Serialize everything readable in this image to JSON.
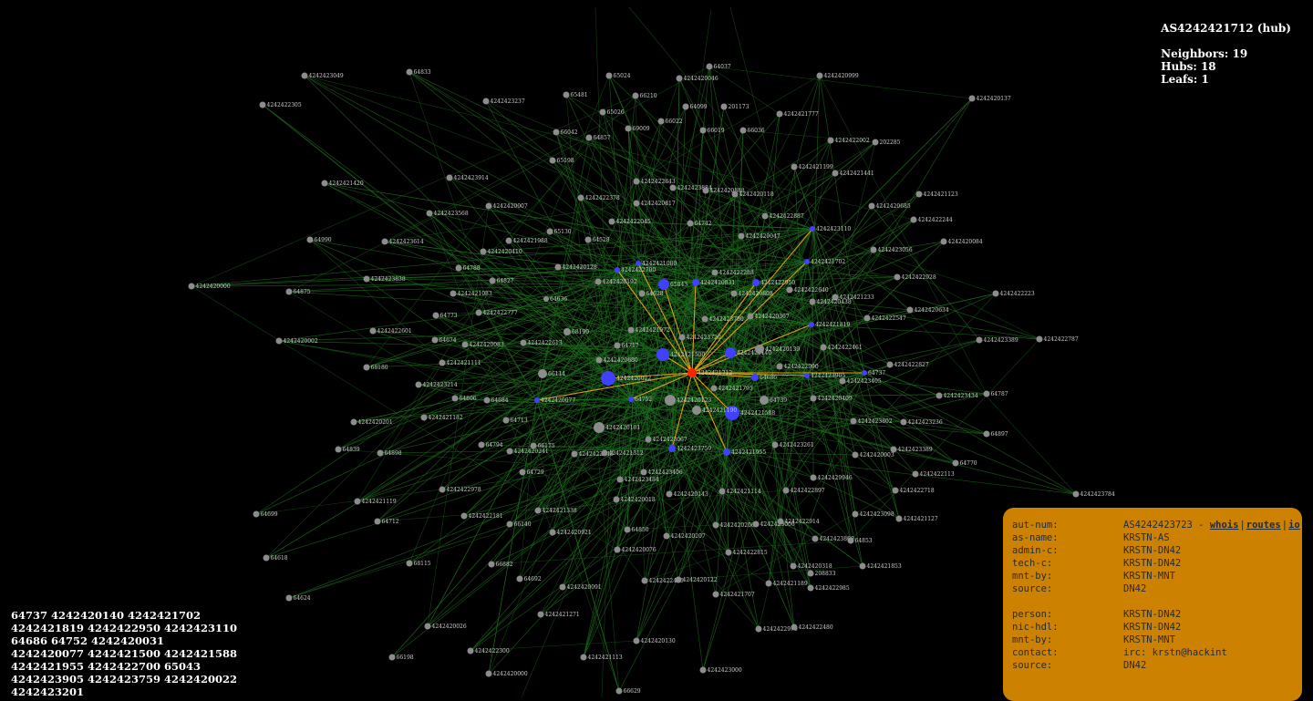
{
  "info": {
    "title": "AS4242421712 (hub)",
    "neighbors": "Neighbors: 19",
    "hubs": "Hubs: 18",
    "leafs": "Leafs: 1"
  },
  "path_list": [
    "64737 4242420140 4242421702",
    "4242421819 4242422950 4242423110",
    "64686 64752 4242420031",
    "4242420077 4242421500 4242421588",
    "4242421955 4242422700 65043",
    "4242423905 4242423759 4242420022",
    "4242423201"
  ],
  "whois": {
    "aut_num_label": "aut-num:",
    "aut_num_value": "AS4242423723 - ",
    "links": {
      "whois": "whois",
      "routes": "routes",
      "io": "io"
    },
    "rows_a": [
      {
        "k": "as-name:",
        "v": "KRSTN-AS"
      },
      {
        "k": "admin-c:",
        "v": "KRSTN-DN42"
      },
      {
        "k": "tech-c:",
        "v": "KRSTN-DN42"
      },
      {
        "k": "mnt-by:",
        "v": "KRSTN-MNT"
      },
      {
        "k": "source:",
        "v": "DN42"
      }
    ],
    "rows_b": [
      {
        "k": "person:",
        "v": "KRSTN-DN42"
      },
      {
        "k": "nic-hdl:",
        "v": "KRSTN-DN42"
      },
      {
        "k": "mnt-by:",
        "v": "KRSTN-MNT"
      },
      {
        "k": "contact:",
        "v": "irc: krstn@hackint"
      },
      {
        "k": "source:",
        "v": "DN42"
      }
    ]
  },
  "colors": {
    "background": "#000000",
    "edge": "#1d6b1d",
    "highlight_edge": "#e8a317",
    "node_gray": "#8c8c8c",
    "node_neighbor": "#4040ff",
    "node_selected": "#ff2200",
    "panel": "#cc8100"
  },
  "graph": {
    "selected": "4242421712",
    "nodes": [
      {
        "id": "4242421712",
        "c": "sel"
      },
      {
        "id": "65043",
        "c": "nb"
      },
      {
        "id": "4242420831",
        "c": "nb"
      },
      {
        "id": "4242422950",
        "c": "nb"
      },
      {
        "id": "4242423110",
        "c": "nb"
      },
      {
        "id": "4242421702",
        "c": "nb"
      },
      {
        "id": "4242421819",
        "c": "nb"
      },
      {
        "id": "4242420140",
        "c": "nb"
      },
      {
        "id": "64686",
        "c": "nb"
      },
      {
        "id": "4242423905",
        "c": "nb"
      },
      {
        "id": "64737",
        "c": "nb"
      },
      {
        "id": "4242421500",
        "c": "nb"
      },
      {
        "id": "4242420077",
        "c": "nb"
      },
      {
        "id": "64752",
        "c": "nb"
      },
      {
        "id": "4242420022",
        "c": "nb"
      },
      {
        "id": "4242421588",
        "c": "nb"
      },
      {
        "id": "4242423759",
        "c": "nb"
      },
      {
        "id": "4242421955",
        "c": "nb"
      },
      {
        "id": "4242422700",
        "c": "nb"
      },
      {
        "id": "4242421080",
        "c": "nb"
      },
      {
        "id": "4242423049",
        "c": "g"
      },
      {
        "id": "64833",
        "c": "g"
      },
      {
        "id": "65024",
        "c": "g"
      },
      {
        "id": "4242420046",
        "c": "g"
      },
      {
        "id": "64037",
        "c": "g"
      },
      {
        "id": "4242420999",
        "c": "g"
      },
      {
        "id": "4242422305",
        "c": "g"
      },
      {
        "id": "4242423237",
        "c": "g"
      },
      {
        "id": "65481",
        "c": "g"
      },
      {
        "id": "66210",
        "c": "g"
      },
      {
        "id": "64099",
        "c": "g"
      },
      {
        "id": "201173",
        "c": "g"
      },
      {
        "id": "4242420137",
        "c": "g"
      },
      {
        "id": "65026",
        "c": "g"
      },
      {
        "id": "4242421777",
        "c": "g"
      },
      {
        "id": "66042",
        "c": "g"
      },
      {
        "id": "64857",
        "c": "g"
      },
      {
        "id": "69009",
        "c": "g"
      },
      {
        "id": "66022",
        "c": "g"
      },
      {
        "id": "66019",
        "c": "g"
      },
      {
        "id": "66036",
        "c": "g"
      },
      {
        "id": "4242422002",
        "c": "g"
      },
      {
        "id": "202285",
        "c": "g"
      },
      {
        "id": "65198",
        "c": "g"
      },
      {
        "id": "4242421199",
        "c": "g"
      },
      {
        "id": "4242421441",
        "c": "g"
      },
      {
        "id": "4242423914",
        "c": "g"
      },
      {
        "id": "4242421420",
        "c": "g"
      },
      {
        "id": "4242422843",
        "c": "g"
      },
      {
        "id": "4242423884",
        "c": "g"
      },
      {
        "id": "4242420888",
        "c": "g"
      },
      {
        "id": "4242420118",
        "c": "g"
      },
      {
        "id": "4242421123",
        "c": "g"
      },
      {
        "id": "4242422378",
        "c": "g"
      },
      {
        "id": "4242420817",
        "c": "g"
      },
      {
        "id": "4242420007",
        "c": "g"
      },
      {
        "id": "4242420685",
        "c": "g"
      },
      {
        "id": "4242423568",
        "c": "g"
      },
      {
        "id": "4242422045",
        "c": "g"
      },
      {
        "id": "64742",
        "c": "g"
      },
      {
        "id": "4242422887",
        "c": "g"
      },
      {
        "id": "4242422244",
        "c": "g"
      },
      {
        "id": "65130",
        "c": "g"
      },
      {
        "id": "4242421988",
        "c": "g"
      },
      {
        "id": "64528",
        "c": "g"
      },
      {
        "id": "4242420047",
        "c": "g"
      },
      {
        "id": "64990",
        "c": "g"
      },
      {
        "id": "4242423614",
        "c": "g"
      },
      {
        "id": "4242420410",
        "c": "g"
      },
      {
        "id": "4242423056",
        "c": "g"
      },
      {
        "id": "4242420084",
        "c": "g"
      },
      {
        "id": "64788",
        "c": "g"
      },
      {
        "id": "4242420128",
        "c": "g"
      },
      {
        "id": "4242422928",
        "c": "g"
      },
      {
        "id": "4242423838",
        "c": "g"
      },
      {
        "id": "64827",
        "c": "g"
      },
      {
        "id": "4242422288",
        "c": "g"
      },
      {
        "id": "4242420000",
        "c": "g"
      },
      {
        "id": "64875",
        "c": "g"
      },
      {
        "id": "4242421083",
        "c": "g"
      },
      {
        "id": "4242420192",
        "c": "g"
      },
      {
        "id": "64628",
        "c": "g"
      },
      {
        "id": "4242420808",
        "c": "g"
      },
      {
        "id": "4242422640",
        "c": "g"
      },
      {
        "id": "4242421233",
        "c": "g"
      },
      {
        "id": "64636",
        "c": "g"
      },
      {
        "id": "4242420438",
        "c": "g"
      },
      {
        "id": "4242422223",
        "c": "g"
      },
      {
        "id": "4242420634",
        "c": "g"
      },
      {
        "id": "64773",
        "c": "g"
      },
      {
        "id": "4242422777",
        "c": "g"
      },
      {
        "id": "4242423780",
        "c": "g"
      },
      {
        "id": "4242420367",
        "c": "g"
      },
      {
        "id": "4242422547",
        "c": "g"
      },
      {
        "id": "4242422601",
        "c": "g"
      },
      {
        "id": "68190",
        "c": "g"
      },
      {
        "id": "4242421972",
        "c": "g"
      },
      {
        "id": "4242423720",
        "c": "g"
      },
      {
        "id": "4242420002",
        "c": "g"
      },
      {
        "id": "64674",
        "c": "g"
      },
      {
        "id": "4242420083",
        "c": "g"
      },
      {
        "id": "4242422613",
        "c": "g"
      },
      {
        "id": "64717",
        "c": "g"
      },
      {
        "id": "4242420139",
        "c": "g"
      },
      {
        "id": "4242423389",
        "c": "g"
      },
      {
        "id": "4242422461",
        "c": "g"
      },
      {
        "id": "4242422787",
        "c": "g"
      },
      {
        "id": "4242421111",
        "c": "g"
      },
      {
        "id": "4242420680",
        "c": "g"
      },
      {
        "id": "4242422990",
        "c": "g"
      },
      {
        "id": "4242422827",
        "c": "g"
      },
      {
        "id": "68180",
        "c": "g"
      },
      {
        "id": "66114",
        "c": "g"
      },
      {
        "id": "4242423405",
        "c": "g"
      },
      {
        "id": "4242423434",
        "c": "g"
      },
      {
        "id": "4242423214",
        "c": "g"
      },
      {
        "id": "64806",
        "c": "g"
      },
      {
        "id": "64684",
        "c": "g"
      },
      {
        "id": "4242420123",
        "c": "g"
      },
      {
        "id": "4242421795",
        "c": "g"
      },
      {
        "id": "64739",
        "c": "g"
      },
      {
        "id": "4242420409",
        "c": "g"
      },
      {
        "id": "64787",
        "c": "g"
      },
      {
        "id": "4242421182",
        "c": "g"
      },
      {
        "id": "4242420201",
        "c": "g"
      },
      {
        "id": "64713",
        "c": "g"
      },
      {
        "id": "4242421190",
        "c": "g"
      },
      {
        "id": "4242423802",
        "c": "g"
      },
      {
        "id": "4242423236",
        "c": "g"
      },
      {
        "id": "4242420101",
        "c": "g"
      },
      {
        "id": "64897",
        "c": "g"
      },
      {
        "id": "64839",
        "c": "g"
      },
      {
        "id": "64898",
        "c": "g"
      },
      {
        "id": "64794",
        "c": "g"
      },
      {
        "id": "4242420241",
        "c": "g"
      },
      {
        "id": "66175",
        "c": "g"
      },
      {
        "id": "4242423067",
        "c": "g"
      },
      {
        "id": "4242423261",
        "c": "g"
      },
      {
        "id": "4242423389b",
        "c": "g"
      },
      {
        "id": "4242422848",
        "c": "g"
      },
      {
        "id": "4242421312",
        "c": "g"
      },
      {
        "id": "4242420003",
        "c": "g"
      },
      {
        "id": "64770",
        "c": "g"
      },
      {
        "id": "64729",
        "c": "g"
      },
      {
        "id": "4242423406",
        "c": "g"
      },
      {
        "id": "4242423484",
        "c": "g"
      },
      {
        "id": "4242429946",
        "c": "g"
      },
      {
        "id": "4242422113",
        "c": "g"
      },
      {
        "id": "4242422978",
        "c": "g"
      },
      {
        "id": "4242420143",
        "c": "g"
      },
      {
        "id": "4242421114",
        "c": "g"
      },
      {
        "id": "4242422897",
        "c": "g"
      },
      {
        "id": "4242422718",
        "c": "g"
      },
      {
        "id": "4242423784",
        "c": "g"
      },
      {
        "id": "4242421119",
        "c": "g"
      },
      {
        "id": "4242420018",
        "c": "g"
      },
      {
        "id": "4242421338",
        "c": "g"
      },
      {
        "id": "4242422181",
        "c": "g"
      },
      {
        "id": "4242420206",
        "c": "g"
      },
      {
        "id": "4242423006",
        "c": "g"
      },
      {
        "id": "4242422914",
        "c": "g"
      },
      {
        "id": "4242423098",
        "c": "g"
      },
      {
        "id": "4242421127",
        "c": "g"
      },
      {
        "id": "64699",
        "c": "g"
      },
      {
        "id": "64712",
        "c": "g"
      },
      {
        "id": "66140",
        "c": "g"
      },
      {
        "id": "4242420921",
        "c": "g"
      },
      {
        "id": "64850",
        "c": "g"
      },
      {
        "id": "4242420207",
        "c": "g"
      },
      {
        "id": "4242423860",
        "c": "g"
      },
      {
        "id": "64853",
        "c": "g"
      },
      {
        "id": "4242422815",
        "c": "g"
      },
      {
        "id": "4242420076",
        "c": "g"
      },
      {
        "id": "4242420318",
        "c": "g"
      },
      {
        "id": "4242421853",
        "c": "g"
      },
      {
        "id": "64618",
        "c": "g"
      },
      {
        "id": "68115",
        "c": "g"
      },
      {
        "id": "66882",
        "c": "g"
      },
      {
        "id": "208833",
        "c": "g"
      },
      {
        "id": "64692",
        "c": "g"
      },
      {
        "id": "4242422446",
        "c": "g"
      },
      {
        "id": "4242420122",
        "c": "g"
      },
      {
        "id": "4242421189",
        "c": "g"
      },
      {
        "id": "4242420091",
        "c": "g"
      },
      {
        "id": "4242422985",
        "c": "g"
      },
      {
        "id": "4242421707",
        "c": "g"
      },
      {
        "id": "64624",
        "c": "g"
      },
      {
        "id": "4242421271",
        "c": "g"
      },
      {
        "id": "4242420026",
        "c": "g"
      },
      {
        "id": "4242422976",
        "c": "g"
      },
      {
        "id": "4242422480",
        "c": "g"
      },
      {
        "id": "4242420130",
        "c": "g"
      },
      {
        "id": "4242422300",
        "c": "g"
      },
      {
        "id": "4242421113",
        "c": "g"
      },
      {
        "id": "66198",
        "c": "g"
      },
      {
        "id": "4242420000b",
        "c": "g"
      },
      {
        "id": "4242423000",
        "c": "g"
      },
      {
        "id": "66629",
        "c": "g"
      }
    ]
  }
}
